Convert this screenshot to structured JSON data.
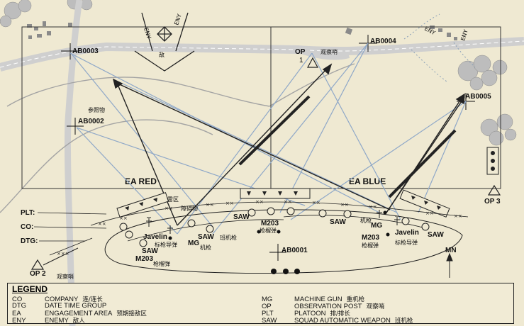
{
  "map": {
    "areas": {
      "ea_red": "EA RED",
      "ea_blue": "EA BLUE"
    },
    "target_refs": {
      "ab0001": "AB0001",
      "ab0002": "AB0002",
      "ab0003": "AB0003",
      "ab0004": "AB0004",
      "ab0005": "AB0005"
    },
    "labels": {
      "enemy_cn": "敌",
      "reference_cn": "参照物",
      "minefield_cn": "雷区",
      "obstacle_cn": "障碍物",
      "eny_left": "ENY",
      "eny_right": "ENY",
      "eny_top_right": "ENY",
      "eny_far_right": "ENY",
      "mn": "MN"
    },
    "observation_posts": {
      "op1": "OP",
      "op1_num": "1",
      "op1_cn": "观察哨",
      "op2": "OP 2",
      "op2_cn": "观察哨",
      "op3": "OP 3"
    },
    "control_labels": {
      "plt": "PLT:",
      "co": "CO:",
      "dtg": "DTG:"
    },
    "weapons": {
      "javelin_left": "Javelin",
      "javelin_left_cn": "标枪导弹",
      "mg_left": "MG",
      "mg_left_cn": "机枪",
      "saw_left": "SAW",
      "saw_left_cn": "班机枪",
      "saw_bottom": "SAW",
      "m203_bottom": "M203",
      "m203_bottom_cn": "枪榴弹",
      "saw_mid_left": "SAW",
      "m203_mid": "M203",
      "m203_mid_cn": "枪榴弹",
      "saw_mid_right": "SAW",
      "mg_right": "MG",
      "mg_right_cn": "机枪",
      "m203_right": "M203",
      "m203_right_cn": "枪榴弹",
      "javelin_right": "Javelin",
      "javelin_right_cn": "标枪导弹",
      "saw_right": "SAW"
    }
  },
  "legend": {
    "title": "LEGEND",
    "entries": [
      {
        "abbr": "CO",
        "text": "COMPANY",
        "cn": "连/连长"
      },
      {
        "abbr": "DTG",
        "text": "DATE TIME GROUP",
        "cn": ""
      },
      {
        "abbr": "EA",
        "text": "ENGAGEMENT AREA",
        "cn": "预期接敌区"
      },
      {
        "abbr": "ENY",
        "text": "ENEMY",
        "cn": "敌人"
      },
      {
        "abbr": "MG",
        "text": "MACHINE GUN",
        "cn": "重机枪"
      },
      {
        "abbr": "OP",
        "text": "OBSERVATION POST",
        "cn": "观察哨"
      },
      {
        "abbr": "PLT",
        "text": "PLATOON",
        "cn": "排/排长"
      },
      {
        "abbr": "SAW",
        "text": "SQUAD AUTOMATIC WEAPON",
        "cn": "班机枪"
      }
    ]
  },
  "colors": {
    "background": "#efe9d2",
    "road": "#cfcfcf",
    "line": "#111111",
    "sector": "#8fa8c8",
    "terrain": "#9a9a9a"
  }
}
